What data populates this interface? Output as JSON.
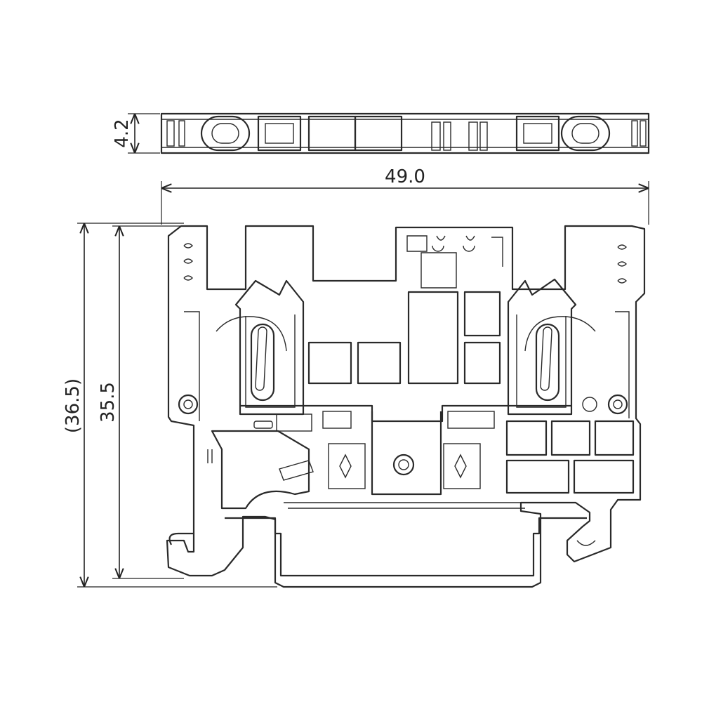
{
  "dimensions": {
    "thickness": "4.2",
    "width": "49.0",
    "height_reference": "(36.5)",
    "height": "35.5"
  },
  "colors": {
    "line": "#2a2a2a",
    "background": "#ffffff"
  }
}
